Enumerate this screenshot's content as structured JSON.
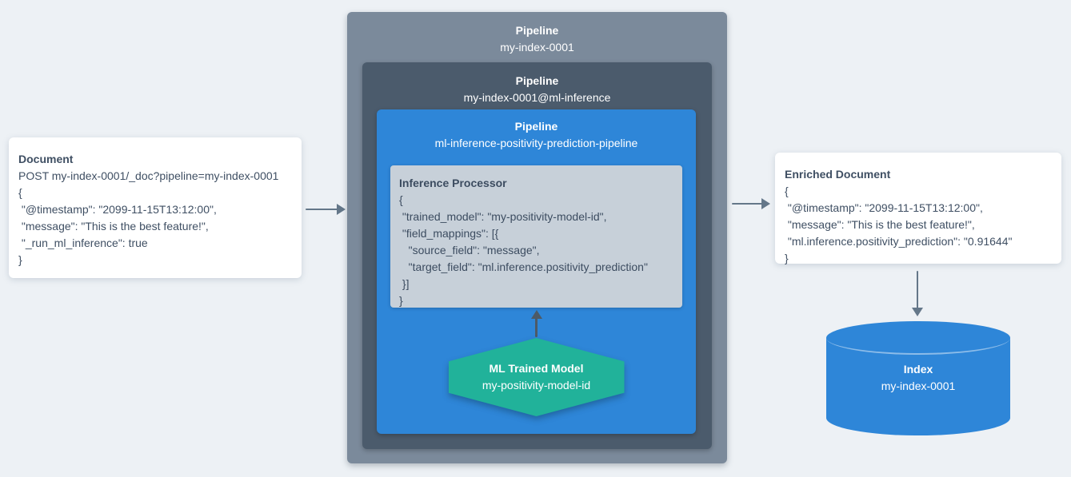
{
  "colors": {
    "background": "#edf1f5",
    "outer_pipeline_bg": "#7b8a9b",
    "inference_pipeline_bg": "#4b5b6c",
    "prediction_pipeline_bg": "#2e86d8",
    "processor_bg": "#c7d0d9",
    "model_hexagon_bg": "#21b29a",
    "index_cylinder_bg": "#2e86d8",
    "card_bg": "#ffffff",
    "text_dark": "#3f4f63",
    "text_light": "#ffffff",
    "arrow": "#647789"
  },
  "document_card": {
    "title": "Document",
    "lines": [
      "POST my-index-0001/_doc?pipeline=my-index-0001",
      "{",
      " \"@timestamp\": \"2099-11-15T13:12:00\",",
      " \"message\": \"This is the best feature!\",",
      " \"_run_ml_inference\": true",
      "}"
    ]
  },
  "outer_pipeline": {
    "title": "Pipeline",
    "name": "my-index-0001"
  },
  "ml_inference_pipeline": {
    "title": "Pipeline",
    "name": "my-index-0001@ml-inference"
  },
  "prediction_pipeline": {
    "title": "Pipeline",
    "name": "ml-inference-positivity-prediction-pipeline"
  },
  "inference_processor": {
    "title": "Inference Processor",
    "lines": [
      "{",
      " \"trained_model\": \"my-positivity-model-id\",",
      " \"field_mappings\": [{",
      "   \"source_field\": \"message\",",
      "   \"target_field\": \"ml.inference.positivity_prediction\"",
      " }]",
      "}"
    ]
  },
  "ml_trained_model": {
    "title": "ML Trained Model",
    "name": "my-positivity-model-id"
  },
  "enriched_card": {
    "title": "Enriched Document",
    "lines": [
      "{",
      " \"@timestamp\": \"2099-11-15T13:12:00\",",
      " \"message\": \"This is the best feature!\",",
      " \"ml.inference.positivity_prediction\": \"0.91644\"",
      "}"
    ]
  },
  "index": {
    "title": "Index",
    "name": "my-index-0001"
  }
}
